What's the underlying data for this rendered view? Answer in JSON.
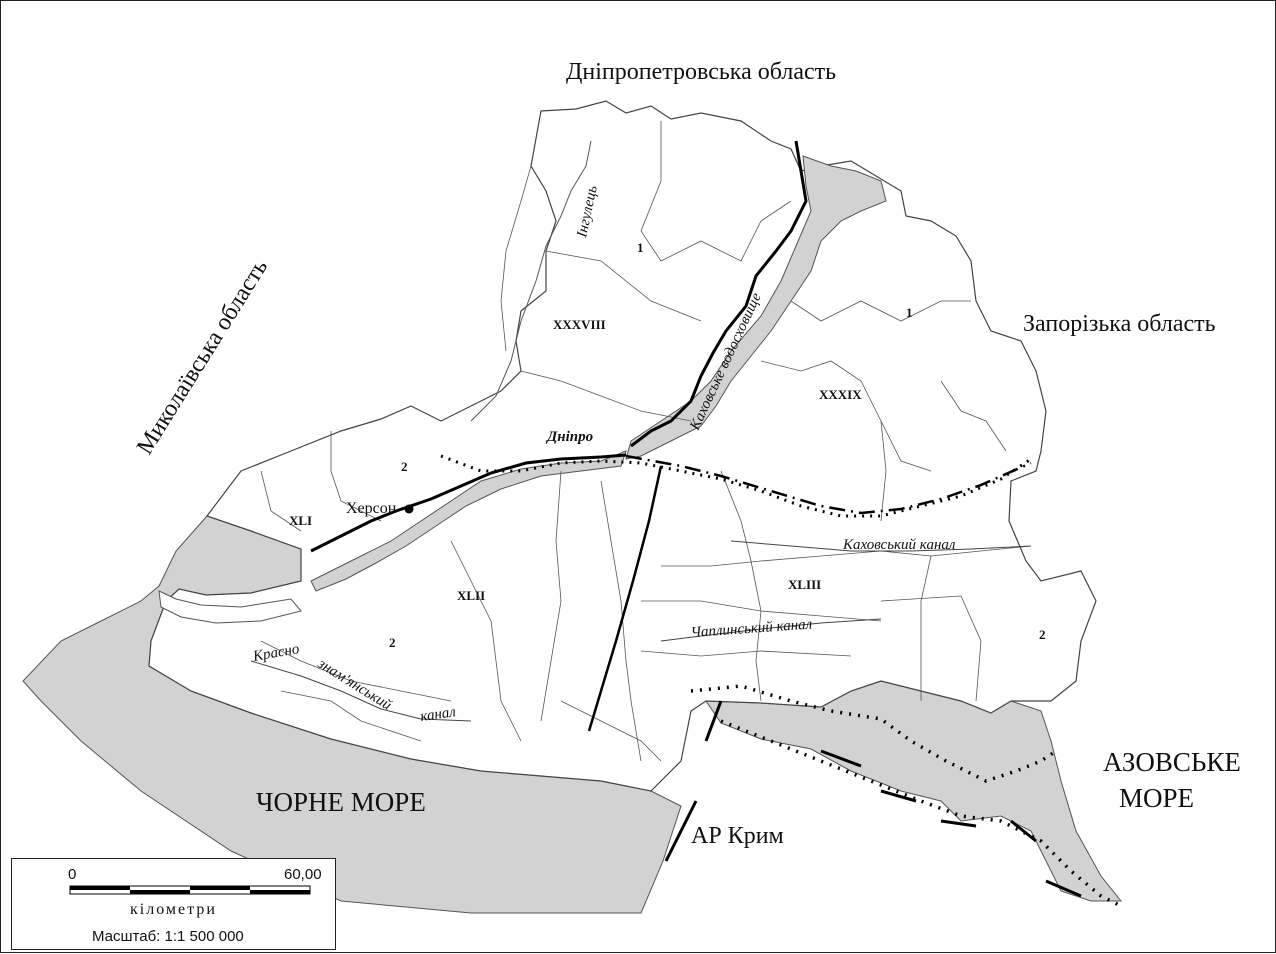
{
  "map": {
    "neighbors": {
      "north": "Дніпропетровська область",
      "west": "Миколаївська область",
      "east": "Запорізька область",
      "south": "АР Крим"
    },
    "seas": {
      "black_sea": "ЧОРНЕ МОРЕ",
      "azov_sea_line1": "АЗОВСЬКЕ",
      "azov_sea_line2": "МОРЕ"
    },
    "zones": {
      "z38": "XXXVIII",
      "z39": "XXXIX",
      "z41": "XLI",
      "z42": "XLII",
      "z43": "XLIII"
    },
    "subzones": {
      "s38": "1",
      "s39": "1",
      "s41": "2",
      "s42": "2",
      "s43": "2"
    },
    "hydro": {
      "dnipro": "Дніпро",
      "inhulets": "Інгулець",
      "kakhovka_reservoir": "Каховське водосховище",
      "kakhovka_canal": "Каховський канал",
      "chaplynka_canal": "Чаплинський канал",
      "krasno_canal_a": "Красно",
      "krasno_canal_b": "знам'янський",
      "krasno_canal_c": "канал"
    },
    "city": "Херсон",
    "colors": {
      "water": "#d2d2d2",
      "border": "#333333",
      "boundary": "#000000"
    }
  },
  "scale": {
    "zero": "0",
    "max": "60,00",
    "unit": "кілометри",
    "ratio": "Масштаб: 1:1 500 000"
  }
}
